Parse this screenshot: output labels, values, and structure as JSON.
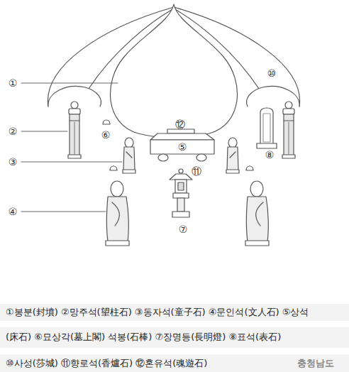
{
  "diagram": {
    "labels": [
      "⑩",
      "①",
      "⑫",
      "②",
      "⑥",
      "⑤",
      "⑧",
      "③",
      "⑪",
      "④",
      "⑦",
      "①봉분(封墳) ②망주석(望柱石) ③동자석(童子石) ④문인석(文人石) ⑤상석",
      "(床石) ⑥묘상각(墓上閣) 석봉(石棒) ⑦장명등(長明燈) ⑧표석(表石)",
      "⑩사성(莎城) ⑪향로석(香爐石) ⑫혼유석(魂遊石)",
      "충청남도"
    ]
  }
}
